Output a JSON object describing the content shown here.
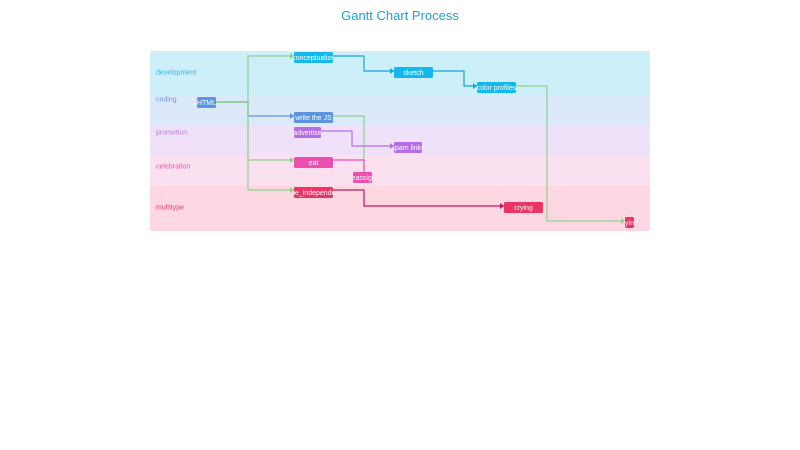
{
  "title": "Gantt Chart Process",
  "lanes": [
    {
      "label": "development",
      "color": "#cdeffa",
      "text_color": "#35b4de"
    },
    {
      "label": "coding",
      "color": "#dce9fb",
      "text_color": "#6f98cf"
    },
    {
      "label": "promotion",
      "color": "#f0e1fa",
      "text_color": "#b77fd8"
    },
    {
      "label": "celebration",
      "color": "#fbe1ef",
      "text_color": "#de5ba7"
    },
    {
      "label": "multitype",
      "color": "#fdd8e2",
      "text_color": "#dc3f73"
    }
  ],
  "tasks": [
    {
      "id": "html",
      "label": "HTML",
      "color": "#5b95e0"
    },
    {
      "id": "conceptualize",
      "label": "conceptualize",
      "color": "#14b8ec"
    },
    {
      "id": "sketch",
      "label": "sketch",
      "color": "#14b8ec"
    },
    {
      "id": "colorprofiles",
      "label": "color profiles",
      "color": "#14b8ec"
    },
    {
      "id": "writejs",
      "label": "write the JS",
      "color": "#5b95e0"
    },
    {
      "id": "advertise",
      "label": "advertise",
      "color": "#b56ee6"
    },
    {
      "id": "spamlinks",
      "label": "spam links",
      "color": "#b56ee6"
    },
    {
      "id": "eat",
      "label": "eat",
      "color": "#ec4fb0"
    },
    {
      "id": "reassign",
      "label": "reassign",
      "color": "#ec4fb0"
    },
    {
      "id": "typeindependent",
      "label": "type_independent",
      "color": "#e93465"
    },
    {
      "id": "crying",
      "label": "crying",
      "color": "#e93465"
    },
    {
      "id": "dying",
      "label": "dying",
      "color": "#e93465"
    }
  ],
  "links": [
    {
      "from": "html",
      "to": "conceptualize",
      "color": "#8fd08f"
    },
    {
      "from": "html",
      "to": "writejs",
      "color": "#5b95e0"
    },
    {
      "from": "html",
      "to": "eat",
      "color": "#8fd08f"
    },
    {
      "from": "html",
      "to": "typeindependent",
      "color": "#8fd08f"
    },
    {
      "from": "conceptualize",
      "to": "sketch",
      "color": "#14a8d6"
    },
    {
      "from": "sketch",
      "to": "colorprofiles",
      "color": "#14a8d6"
    },
    {
      "from": "colorprofiles",
      "to": "dying",
      "color": "#8fd08f"
    },
    {
      "from": "writejs",
      "to": "reassign",
      "color": "#8fd08f"
    },
    {
      "from": "advertise",
      "to": "spamlinks",
      "color": "#b56ee6"
    },
    {
      "from": "eat",
      "to": "reassign",
      "color": "#ec4fb0"
    },
    {
      "from": "typeindependent",
      "to": "crying",
      "color": "#c2185b"
    }
  ]
}
